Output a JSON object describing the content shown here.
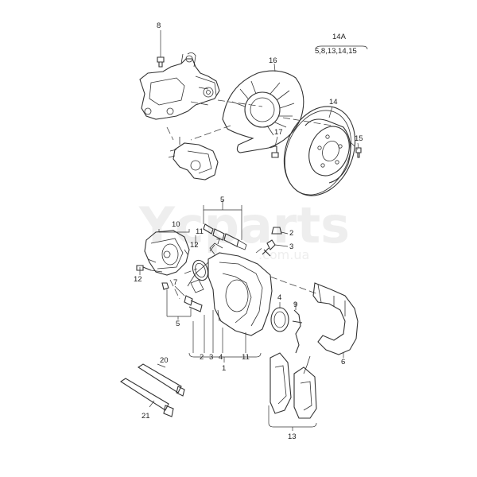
{
  "watermark": {
    "brand": "Ycparts",
    "domain": ".com.ua"
  },
  "labels": {
    "p8": "8",
    "p14a": "14A",
    "p14a_sub": "5,8,13,14,15",
    "p16": "16",
    "p14": "14",
    "p17": "17",
    "p15": "15",
    "p5_top": "5",
    "p2": "2",
    "p3": "3",
    "p10": "10",
    "p11_top": "11",
    "p12_top": "12",
    "p7_top": "7",
    "p12_left": "12",
    "p7_mid": "7",
    "p5_bottom": "5",
    "p4": "4",
    "p9": "9",
    "p6": "6",
    "b2": "2",
    "b3": "3",
    "b4": "4",
    "b11": "11",
    "b1": "1",
    "p20": "20",
    "p21": "21",
    "p13": "13"
  }
}
